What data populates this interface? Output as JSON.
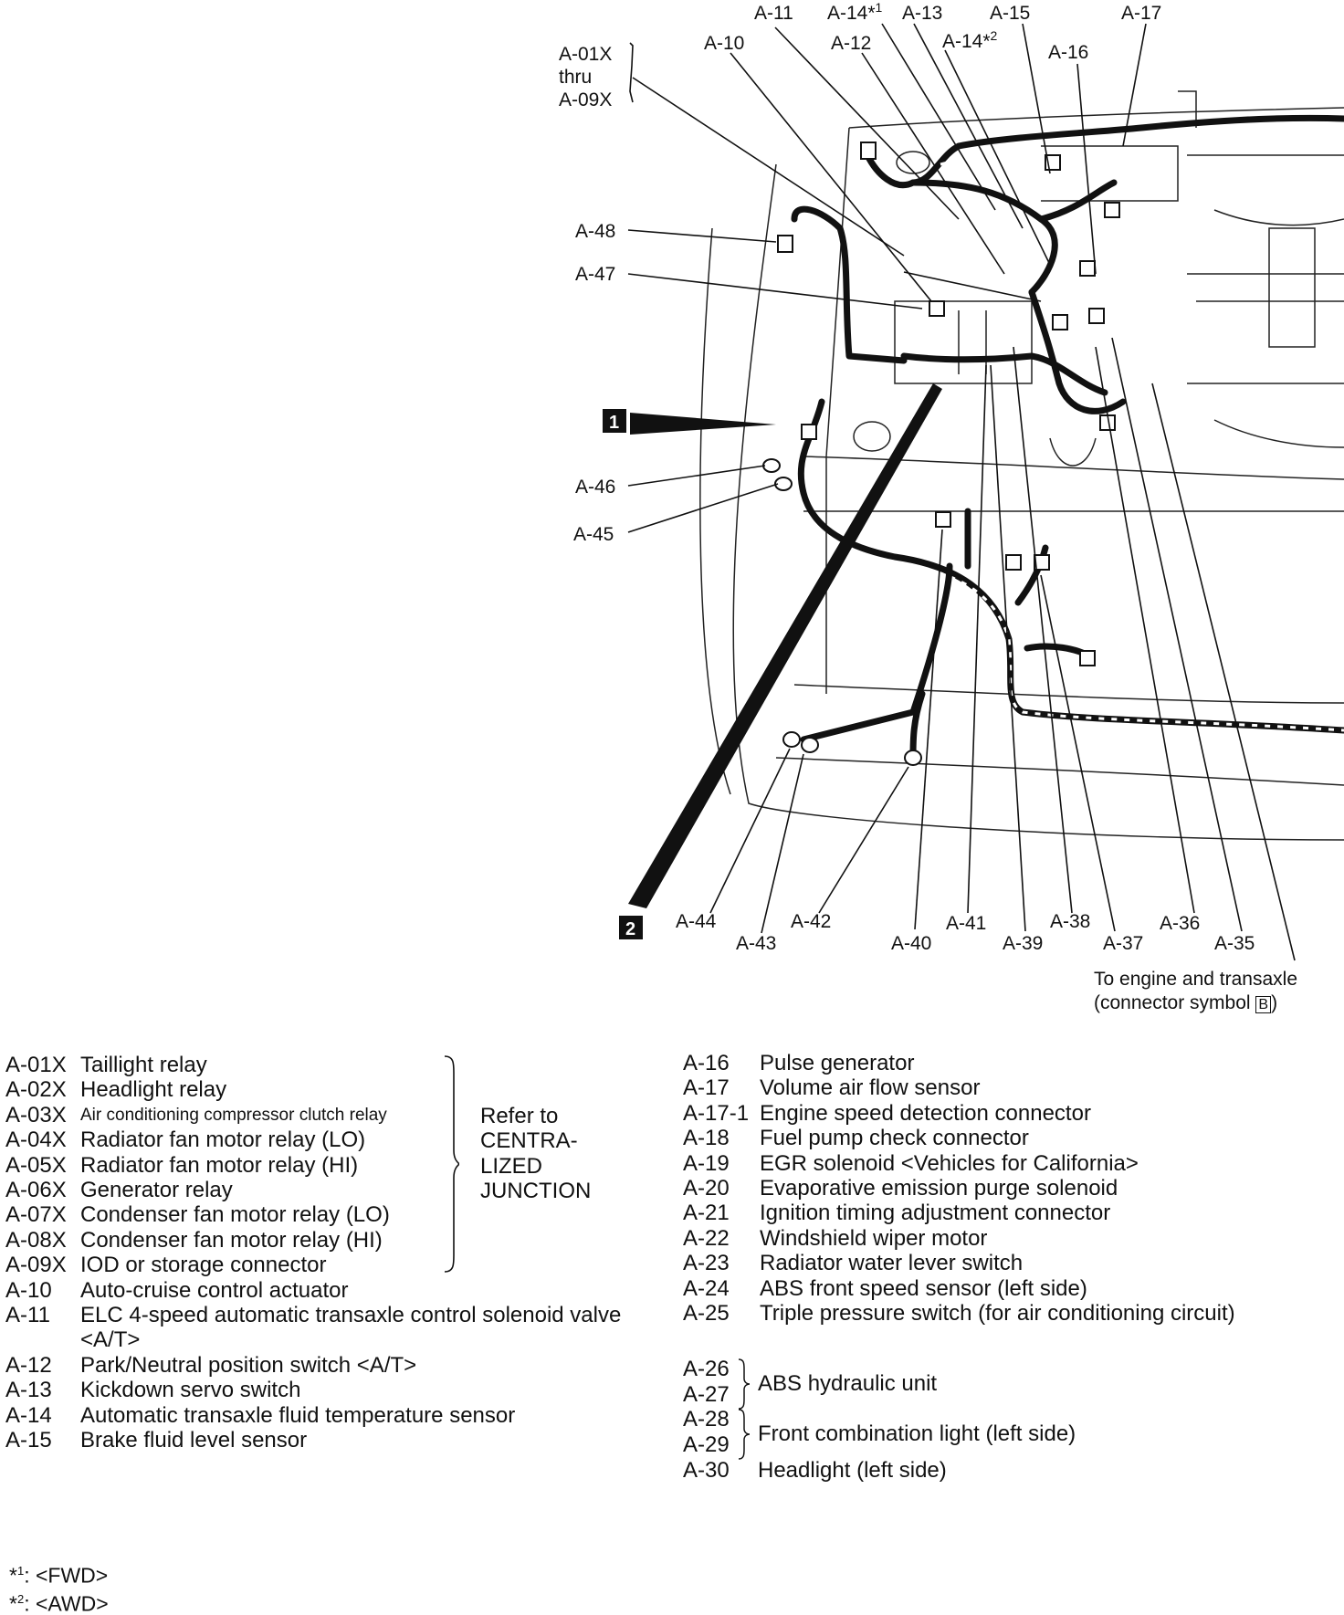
{
  "diagram": {
    "callouts": {
      "a11": "A-11",
      "a14_1": "A-14*",
      "a14_1_sup": "1",
      "a13": "A-13",
      "a15": "A-15",
      "a17": "A-17",
      "a10": "A-10",
      "a12": "A-12",
      "a14_2": "A-14*",
      "a14_2_sup": "2",
      "a16": "A-16",
      "a01x": "A-01X",
      "thru": "thru",
      "a09x": "A-09X",
      "a48": "A-48",
      "a47": "A-47",
      "a46": "A-46",
      "a45": "A-45",
      "box1": "1",
      "box2": "2",
      "a44": "A-44",
      "a43": "A-43",
      "a42": "A-42",
      "a40": "A-40",
      "a41": "A-41",
      "a39": "A-39",
      "a38": "A-38",
      "a37": "A-37",
      "a36": "A-36",
      "a35": "A-35"
    },
    "caption_line1": "To engine and transaxle",
    "caption_line2_prefix": "(connector symbol ",
    "caption_symbol": "B",
    "caption_line2_suffix": ")"
  },
  "legend_left": [
    {
      "code": "A-01X",
      "name": "Taillight relay"
    },
    {
      "code": "A-02X",
      "name": "Headlight relay"
    },
    {
      "code": "A-03X",
      "name": "Air conditioning compressor clutch relay"
    },
    {
      "code": "A-04X",
      "name": "Radiator fan motor relay (LO)"
    },
    {
      "code": "A-05X",
      "name": "Radiator fan motor relay (HI)"
    },
    {
      "code": "A-06X",
      "name": "Generator relay"
    },
    {
      "code": "A-07X",
      "name": "Condenser fan motor relay (LO)"
    },
    {
      "code": "A-08X",
      "name": "Condenser fan motor relay (HI)"
    },
    {
      "code": "A-09X",
      "name": "IOD or storage connector"
    },
    {
      "code": "A-10",
      "name": "Auto-cruise control actuator"
    },
    {
      "code": "A-11",
      "name": "ELC 4-speed automatic transaxle control solenoid valve <A/T>"
    },
    {
      "code": "A-12",
      "name": "Park/Neutral position switch <A/T>"
    },
    {
      "code": "A-13",
      "name": "Kickdown servo switch"
    },
    {
      "code": "A-14",
      "name": "Automatic transaxle fluid temperature sensor"
    },
    {
      "code": "A-15",
      "name": "Brake fluid level sensor"
    }
  ],
  "centralized_note": "Refer to\nCENTRA-\nLIZED\nJUNCTION",
  "legend_right": [
    {
      "code": "A-16",
      "name": "Pulse generator"
    },
    {
      "code": "A-17",
      "name": "Volume air flow sensor"
    },
    {
      "code": "A-17-1",
      "name": "Engine speed detection connector"
    },
    {
      "code": "A-18",
      "name": "Fuel pump check connector"
    },
    {
      "code": "A-19",
      "name": "EGR solenoid <Vehicles for California>"
    },
    {
      "code": "A-20",
      "name": "Evaporative emission purge solenoid"
    },
    {
      "code": "A-21",
      "name": "Ignition timing adjustment connector"
    },
    {
      "code": "A-22",
      "name": "Windshield wiper motor"
    },
    {
      "code": "A-23",
      "name": "Radiator water lever switch"
    },
    {
      "code": "A-24",
      "name": "ABS front speed sensor (left side)"
    },
    {
      "code": "A-25",
      "name": "Triple pressure switch (for air conditioning circuit)"
    }
  ],
  "legend_groups": {
    "abs_codes_1": "A-26",
    "abs_codes_2": "A-27",
    "abs_name": "ABS hydraulic unit",
    "fcl_codes_1": "A-28",
    "fcl_codes_2": "A-29",
    "fcl_name": "Front combination light (left side)",
    "hl_code": "A-30",
    "hl_name": "Headlight (left side)"
  },
  "footnotes": [
    {
      "mark": "*",
      "sup": "1",
      "text": ": <FWD>"
    },
    {
      "mark": "*",
      "sup": "2",
      "text": ": <AWD>"
    }
  ]
}
